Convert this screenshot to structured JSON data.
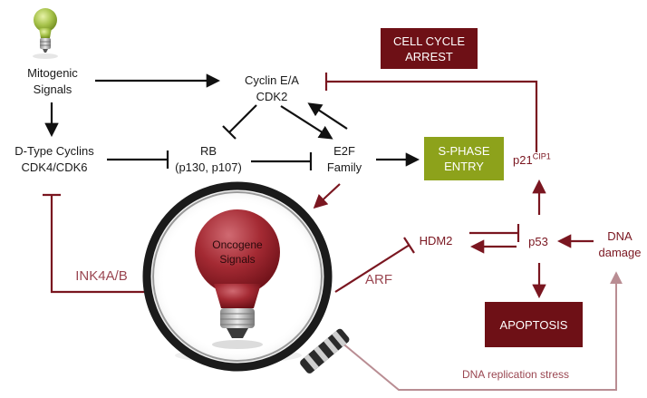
{
  "nodes": {
    "mitogenic": [
      "Mitogenic",
      "Signals"
    ],
    "cyclin_ea": [
      "Cyclin E/A",
      "CDK2"
    ],
    "dtype": [
      "D-Type Cyclins",
      "CDK4/CDK6"
    ],
    "rb": [
      "RB",
      "(p130, p107)"
    ],
    "e2f": [
      "E2F",
      "Family"
    ],
    "s_phase": [
      "S-PHASE",
      "ENTRY"
    ],
    "cell_cycle_arrest": [
      "CELL CYCLE",
      "ARREST"
    ],
    "apoptosis": "APOPTOSIS",
    "p21": "p21",
    "p21_sup": "CIP1",
    "hdm2": "HDM2",
    "p53": "p53",
    "dna_damage": [
      "DNA",
      "damage"
    ],
    "oncogene": [
      "Oncogene",
      "Signals"
    ],
    "ink4ab": "INK4A/B",
    "arf": "ARF",
    "dna_replication_stress": "DNA replication stress"
  },
  "colors": {
    "black_arrow": "#111111",
    "dark_red": "#7a1620",
    "box_red": "#6e1016",
    "box_green": "#8da21b",
    "muted_red": "#a24a56"
  },
  "icons": [
    "lightbulb-icon",
    "magnifying-glass-icon",
    "oncogene-bulb-icon"
  ]
}
